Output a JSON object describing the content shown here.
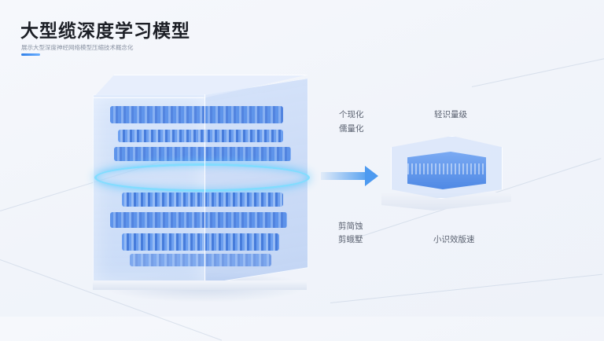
{
  "header": {
    "title": "大型缆深度学习模型",
    "subtitle": "展示大型深度神经网络模型压缩技术概念化",
    "accent_color": "#2f7fe8"
  },
  "diagram": {
    "source_model": {
      "name": "large-model-cube",
      "description": "Large transparent cube with stacked blue circuit layers and glowing ring"
    },
    "arrow": {
      "direction": "right",
      "color": "#4d9af0"
    },
    "target_model": {
      "name": "compressed-model-cube",
      "description": "Small compact transparent cube with blue core"
    },
    "labels": {
      "top_left_line1": "个现化",
      "top_left_line2": "儒量化",
      "top_right": "轻识量级",
      "bottom_left_line1": "剪简蚀",
      "bottom_left_line2": "剪蛾墅",
      "bottom_right": "小识效版速"
    }
  }
}
